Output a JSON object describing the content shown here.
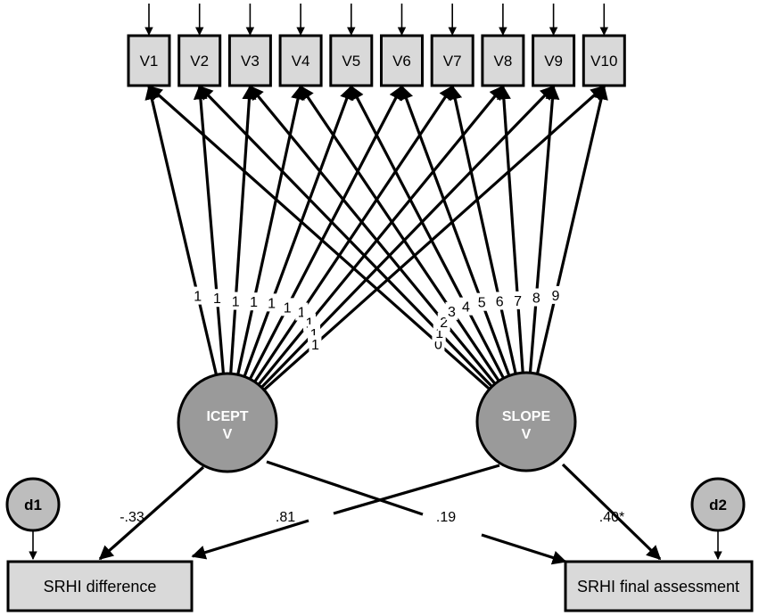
{
  "observed": [
    "V1",
    "V2",
    "V3",
    "V4",
    "V5",
    "V6",
    "V7",
    "V8",
    "V9",
    "V10"
  ],
  "latent": {
    "icept": {
      "line1": "ICEPT",
      "line2": "V"
    },
    "slope": {
      "line1": "SLOPE",
      "line2": "V"
    }
  },
  "icept_loadings": [
    "1",
    "1",
    "1",
    "1",
    "1",
    "1",
    "1",
    "1",
    "1",
    "1"
  ],
  "slope_loadings": [
    "0",
    "1",
    "2",
    "3",
    "4",
    "5",
    "6",
    "7",
    "8",
    "9"
  ],
  "disturbances": {
    "d1": "d1",
    "d2": "d2"
  },
  "outcomes": {
    "difference": "SRHI difference",
    "final": "SRHI final assessment"
  },
  "paths": {
    "icept_to_difference": "-.33",
    "slope_to_difference": ".81",
    "icept_to_final": ".19",
    "slope_to_final": ".40*"
  },
  "colors": {
    "box_fill": "#d9d9d9",
    "latent_fill": "#9a9a9a",
    "disturbance_fill": "#bdbdbd"
  }
}
